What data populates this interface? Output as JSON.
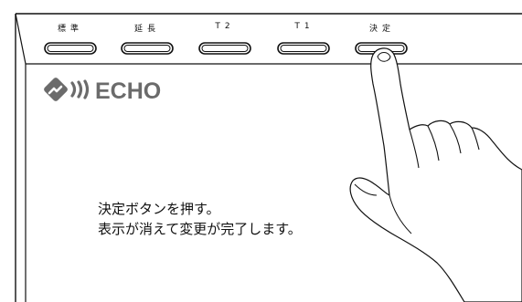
{
  "device": {
    "buttons": [
      {
        "id": "standard",
        "label": "標準"
      },
      {
        "id": "extend",
        "label": "延長"
      },
      {
        "id": "t2",
        "label": "T2"
      },
      {
        "id": "t1",
        "label": "T1"
      },
      {
        "id": "confirm",
        "label": "決定"
      }
    ],
    "brand": "ECHO"
  },
  "instructions": {
    "line1": "決定ボタンを押す。",
    "line2": "表示が消えて変更が完了します。"
  },
  "colors": {
    "frame": "#111111",
    "logo": "#6b6b6b",
    "button_fill": "#ffffff"
  },
  "icons": {
    "logo_mark": "diamond-chevron-icon",
    "signal": "signal-wave-icon",
    "pointer": "pointing-hand-icon"
  }
}
